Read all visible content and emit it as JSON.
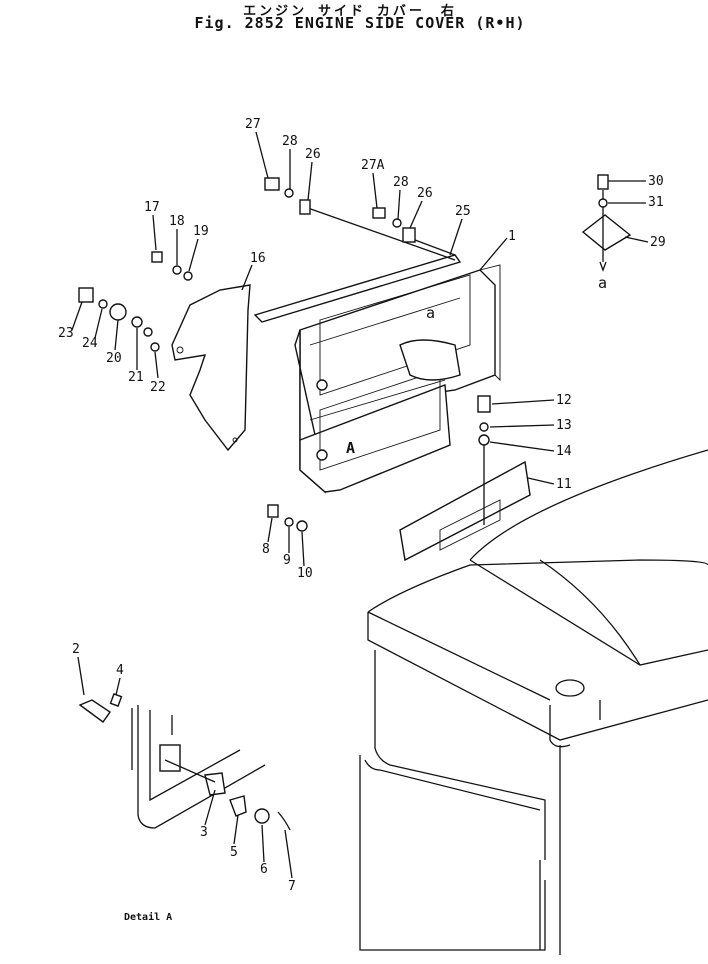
{
  "title_jp": "エンジン サイド カバー　右",
  "title_en": "Fig.  2852 ENGINE SIDE COVER (R•H)",
  "detail_caption": "Detail  A",
  "labels": {
    "p1": "1",
    "p2": "2",
    "p3": "3",
    "p4": "4",
    "p5": "5",
    "p6": "6",
    "p7": "7",
    "p8": "8",
    "p9": "9",
    "p10": "10",
    "p11": "11",
    "p12": "12",
    "p13": "13",
    "p14": "14",
    "p16": "16",
    "p17": "17",
    "p18": "18",
    "p19": "19",
    "p20": "20",
    "p21": "21",
    "p22": "22",
    "p23": "23",
    "p24": "24",
    "p25": "25",
    "p26a": "26",
    "p26b": "26",
    "p27": "27",
    "p27a": "27A",
    "p28a": "28",
    "p28b": "28",
    "p29": "29",
    "p30": "30",
    "p31": "31",
    "ref_a1": "a",
    "ref_a2": "a",
    "ref_A": "A"
  }
}
